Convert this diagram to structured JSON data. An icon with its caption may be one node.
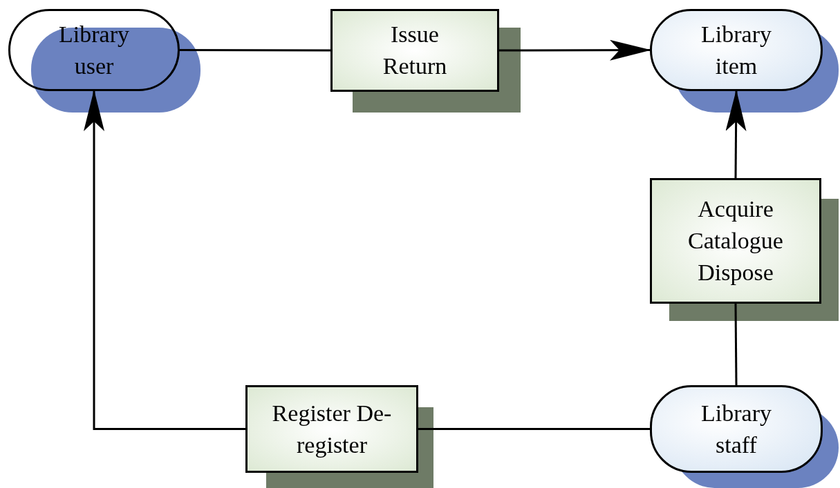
{
  "diagram": {
    "nodes": [
      {
        "text": [
          "Library user"
        ]
      },
      {
        "text": [
          "Issue Return"
        ]
      },
      {
        "text": [
          "Library item"
        ]
      },
      {
        "text": [
          "Acquire Catalogue Dispose"
        ]
      },
      {
        "text": [
          "Register De-register"
        ]
      },
      {
        "text": [
          "Library staff"
        ]
      }
    ],
    "edges": [
      {
        "from": 0,
        "to": 1,
        "arrow": "none"
      },
      {
        "from": 1,
        "to": 2,
        "arrow": "to"
      },
      {
        "from": 3,
        "to": 2,
        "arrow": "to"
      },
      {
        "from": 5,
        "to": 3,
        "arrow": "none"
      },
      {
        "from": 5,
        "to": 4,
        "arrow": "none"
      },
      {
        "from": 4,
        "to": 0,
        "arrow": "to"
      }
    ]
  }
}
